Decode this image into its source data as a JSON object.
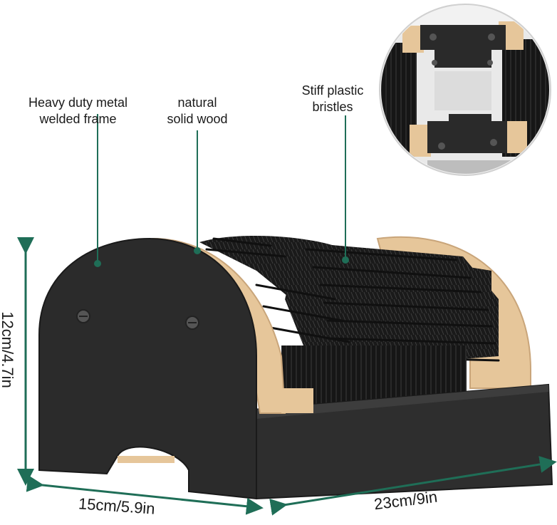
{
  "labels": {
    "frame": [
      "Heavy duty metal",
      "welded frame"
    ],
    "wood": [
      "natural",
      "solid wood"
    ],
    "bristles": [
      "Stiff plastic",
      "bristles"
    ]
  },
  "dimensions": {
    "height": "12cm/4.7in",
    "width": "15cm/5.9in",
    "length": "23cm/9in"
  },
  "colors": {
    "frame": "#2b2b2b",
    "frame_dark": "#1f1f1f",
    "wood": "#e8c9a0",
    "wood_edge": "#c9a57a",
    "bristle": "#141414",
    "leader_line": "#1f6e57",
    "dimension_arrow": "#1f6e57"
  }
}
